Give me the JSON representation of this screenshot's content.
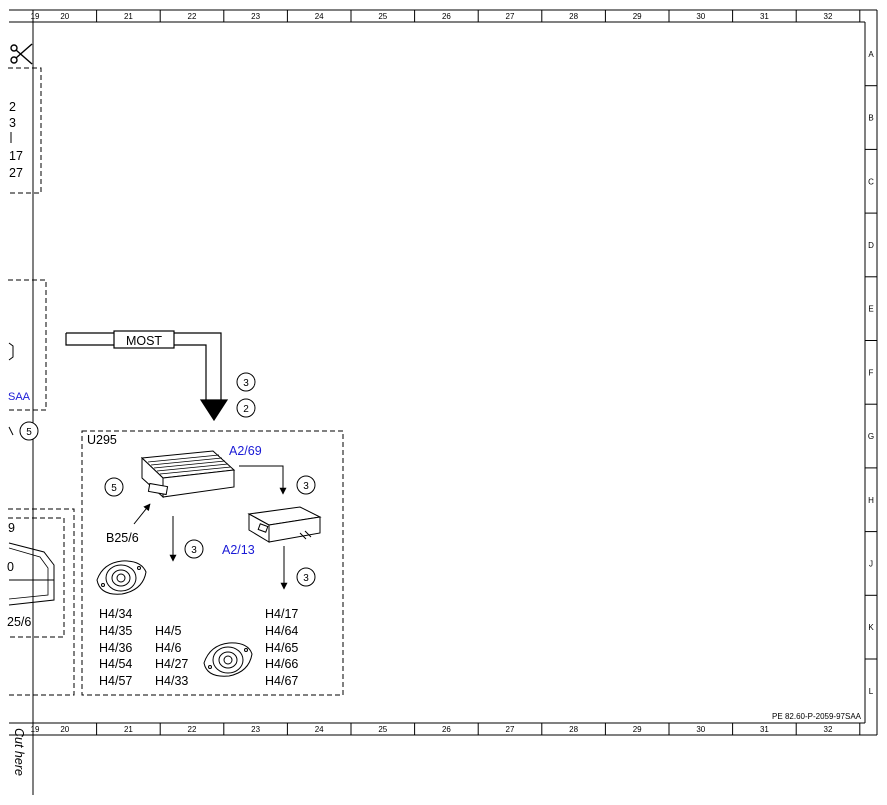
{
  "grid": {
    "columns": [
      "19",
      "20",
      "21",
      "22",
      "23",
      "24",
      "25",
      "26",
      "27",
      "28",
      "29",
      "30",
      "31",
      "32"
    ],
    "rows": [
      "A",
      "B",
      "C",
      "D",
      "E",
      "F",
      "G",
      "H",
      "J",
      "K",
      "L"
    ]
  },
  "sheet": {
    "cut_here": "Cut here",
    "ref_code": "PE 82.60-P-2059-97SAA"
  },
  "left_partial": {
    "box1_lines": [
      "2",
      "3",
      "",
      "17",
      "27"
    ],
    "box2_text": "SAA",
    "circle": "5",
    "box3_top": "9",
    "box3_mid": "0",
    "box3_bottom": "25/6"
  },
  "bus": {
    "label": "MOST"
  },
  "callouts": {
    "bus_top": "3",
    "bus_bottom": "2",
    "a269_to_a213": "3",
    "module_down": "3",
    "a213_down": "3",
    "b256": "5"
  },
  "group": {
    "label": "U295",
    "a2_69": "A2/69",
    "a2_13": "A2/13",
    "b25_6": "B25/6",
    "col1": [
      "H4/34",
      "H4/35",
      "H4/36",
      "H4/54",
      "H4/57"
    ],
    "col2": [
      "H4/5",
      "H4/6",
      "H4/27",
      "H4/33"
    ],
    "col3": [
      "H4/17",
      "H4/64",
      "H4/65",
      "H4/66",
      "H4/67"
    ]
  },
  "colors": {
    "line": "#000000",
    "blue_label": "#1a1ad6"
  }
}
